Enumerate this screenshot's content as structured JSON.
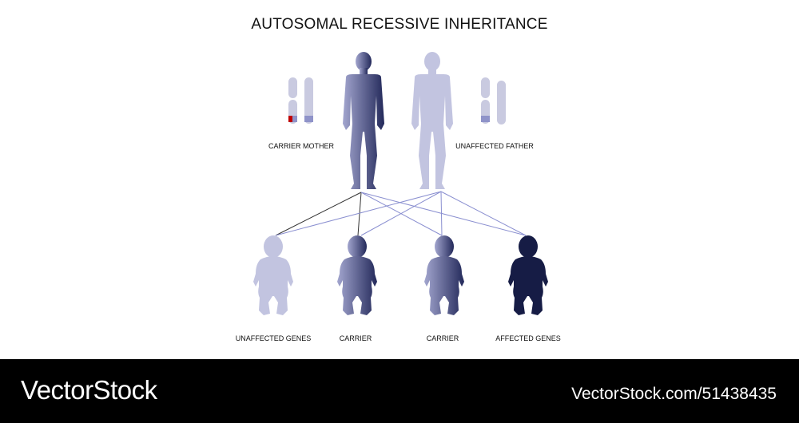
{
  "title": "AUTOSOMAL RECESSIVE INHERITANCE",
  "parents": [
    {
      "label": "CARRIER MOTHER",
      "status": "carrier"
    },
    {
      "label": "UNAFFECTED FATHER",
      "status": "unaffected"
    }
  ],
  "children": [
    {
      "label": "UNAFFECTED GENES",
      "status": "unaffected"
    },
    {
      "label": "CARRIER",
      "status": "carrier"
    },
    {
      "label": "CARRIER",
      "status": "carrier"
    },
    {
      "label": "AFFECTED GENES",
      "status": "affected"
    }
  ],
  "colors": {
    "unaffected": "#c2c4e0",
    "carrier_light": "#a3a6cf",
    "carrier_dark": "#23295a",
    "affected": "#161c45",
    "mutation": "#c00000",
    "band": "#8f93c9",
    "line_blue": "#8a8fd0",
    "line_dark": "#333333"
  },
  "footer": {
    "brand": "VectorStock",
    "url": "VectorStock.com/51438435"
  }
}
